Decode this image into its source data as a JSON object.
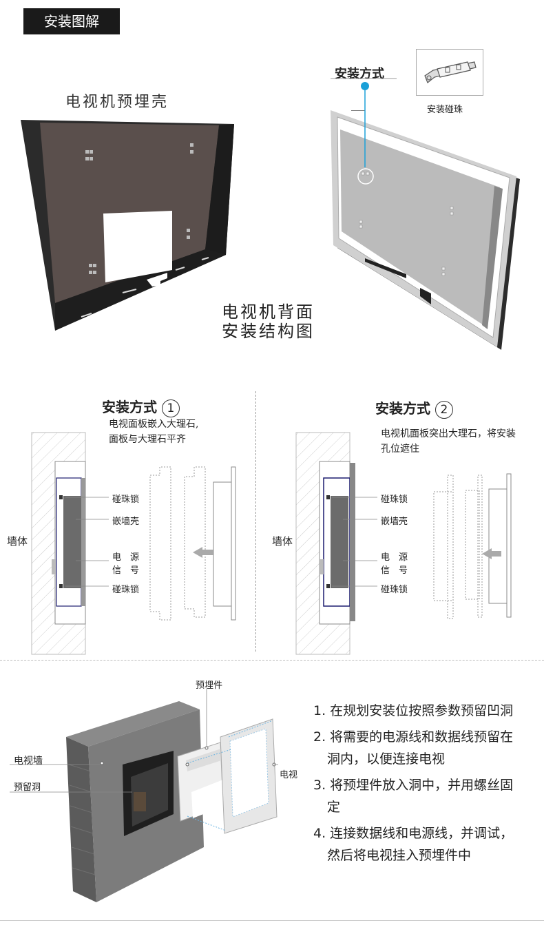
{
  "header": {
    "tag": "安装图解"
  },
  "section1": {
    "shell_label": "电视机预埋壳",
    "back_label_line1": "电视机背面",
    "back_label_line2": "安装结构图",
    "method_label": "安装方式",
    "bracket_label": "安装碰珠"
  },
  "section2": {
    "left": {
      "title": "安装方式",
      "num": "1",
      "desc_line1": "电视面板嵌入大理石,",
      "desc_line2": "面板与大理石平齐",
      "wall": "墙体",
      "labels": [
        "碰珠锁",
        "嵌墙壳",
        "电　源",
        "信　号",
        "碰珠锁"
      ]
    },
    "right": {
      "title": "安装方式",
      "num": "2",
      "desc_line1": "电视机面板突出大理石，将安装",
      "desc_line2": "孔位遮住",
      "wall": "墙体",
      "labels": [
        "碰珠锁",
        "嵌墙壳",
        "电　源",
        "信　号",
        "碰珠锁"
      ]
    }
  },
  "section3": {
    "embed_part": "预埋件",
    "tv_wall": "电视墙",
    "reserved_hole": "预留洞",
    "tv": "电视",
    "steps": [
      "1. 在规划安装位按照参数预留凹洞",
      "2. 将需要的电源线和数据线预留在",
      "洞内，以便连接电视",
      "3. 将预埋件放入洞中，并用螺丝固",
      "定",
      "4. 连接数据线和电源线，并调试，",
      "然后将电视挂入预埋件中"
    ]
  }
}
